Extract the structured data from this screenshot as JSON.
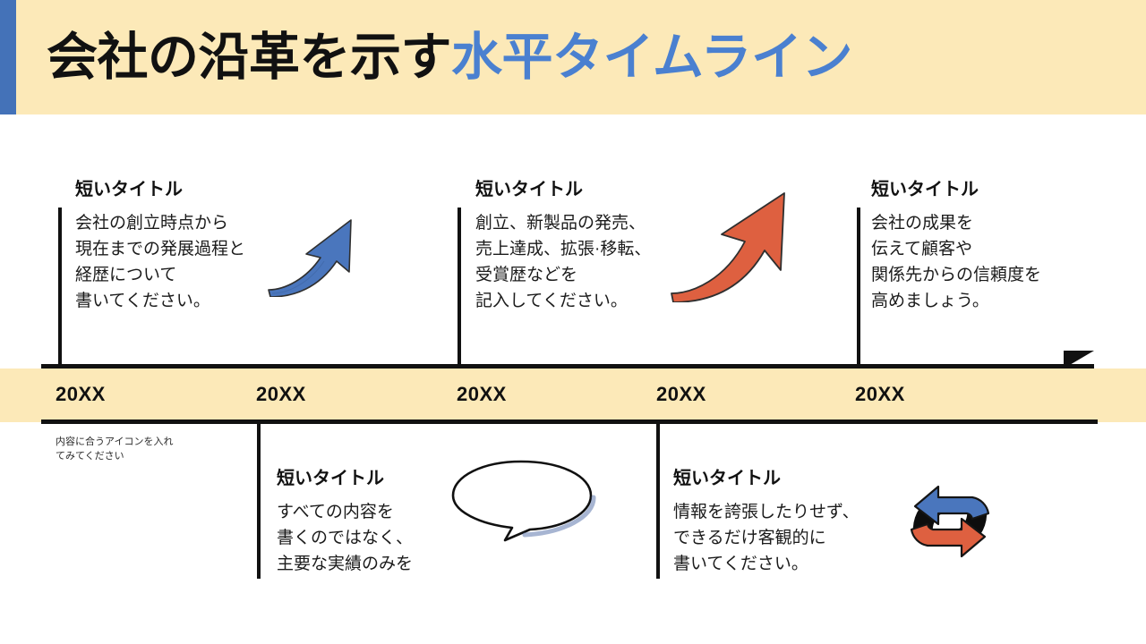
{
  "header": {
    "title_black": "会社の沿革を示す",
    "title_blue": "水平タイムライン",
    "accent_color": "#4472b8",
    "band_color": "#fce9b8"
  },
  "timeline": {
    "years": [
      "20XX",
      "20XX",
      "20XX",
      "20XX",
      "20XX"
    ],
    "band_color": "#fce9b8",
    "line_color": "#111111"
  },
  "note": {
    "text": "内容に合うアイコンを入れ\nてみてください"
  },
  "blocks_above": [
    {
      "title": "短いタイトル",
      "body": "会社の創立時点から\n現在までの発展過程と\n経歴について\n書いてください。",
      "icon": "upward-arrow-blue-icon",
      "icon_color": "#4a76bd"
    },
    {
      "title": "短いタイトル",
      "body": "創立、新製品の発売、\n売上達成、拡張·移転、\n受賞歴などを\n記入してください。",
      "icon": "upward-arrow-orange-icon",
      "icon_color": "#de6040"
    },
    {
      "title": "短いタイトル",
      "body": "会社の成果を\n伝えて顧客や\n関係先からの信頼度を\n高めましょう。",
      "icon": "none",
      "icon_color": ""
    }
  ],
  "blocks_below": [
    {
      "title": "短いタイトル",
      "body": "すべての内容を\n書くのではなく、\n主要な実績のみを",
      "icon": "speech-bubble-icon",
      "icon_color": "#ffffff"
    },
    {
      "title": "短いタイトル",
      "body": "情報を誇張したりせず、\nできるだけ客観的に\n書いてください。",
      "icon": "cycle-arrows-icon",
      "icon_color": "#4a76bd"
    }
  ]
}
